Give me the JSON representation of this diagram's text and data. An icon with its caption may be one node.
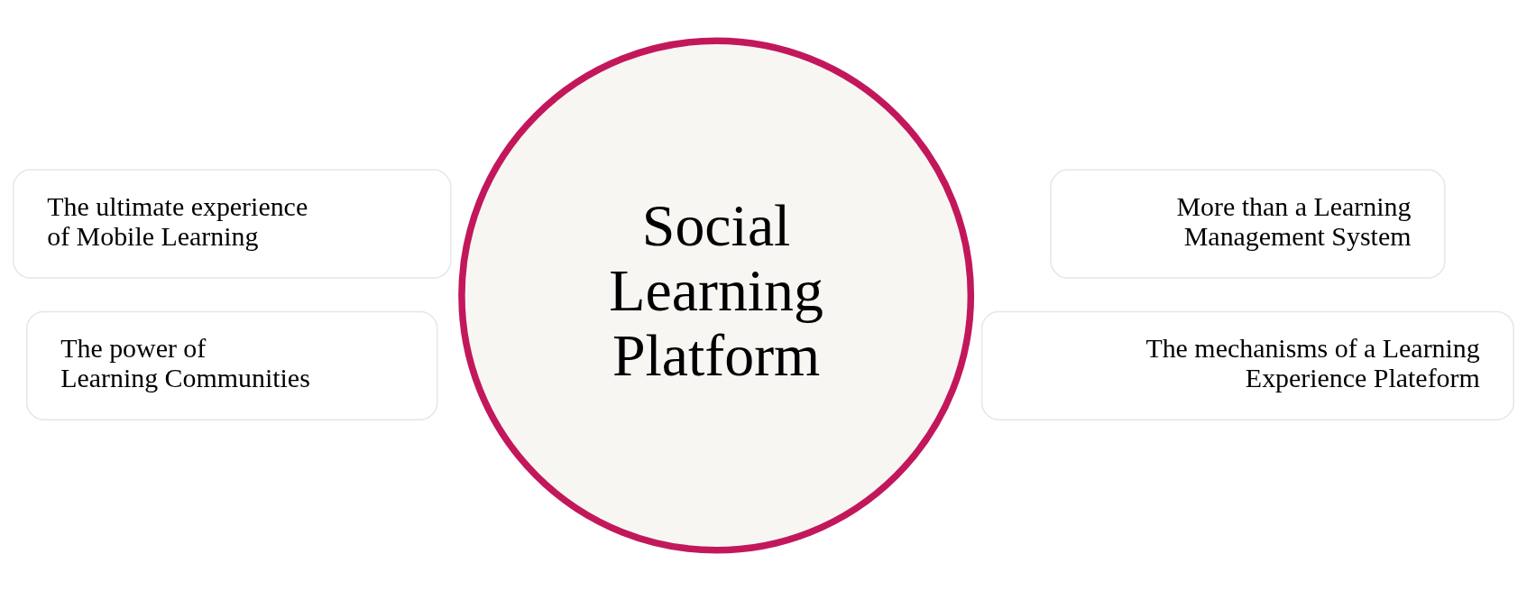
{
  "diagram": {
    "nodes": [
      {
        "text": [
          "Social Learning Platform"
        ]
      },
      {
        "text": [
          "The ultimate experience of Mobile Learning"
        ]
      },
      {
        "text": [
          "More than a Learning Management System"
        ]
      },
      {
        "text": [
          "The power of Learning Communities"
        ]
      },
      {
        "text": [
          "The mechanisms of a Learning Experience Plateform"
        ]
      }
    ]
  }
}
